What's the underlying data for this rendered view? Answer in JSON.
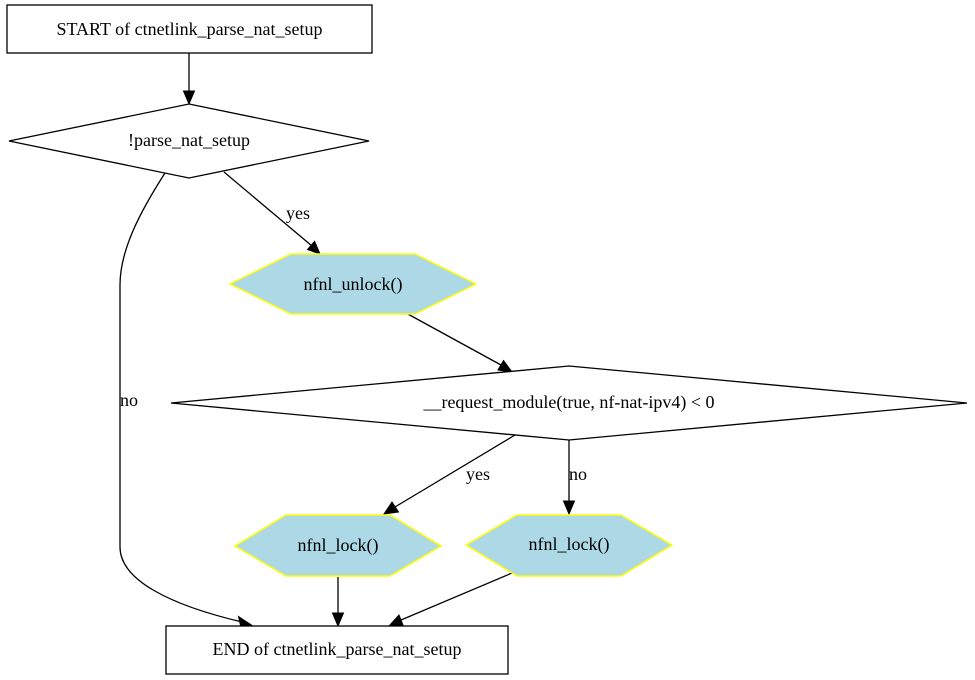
{
  "colors": {
    "call_fill": "#add8e6",
    "call_stroke": "#ffff00",
    "edge": "#000000"
  },
  "nodes": {
    "start": {
      "label": "START of ctnetlink_parse_nat_setup",
      "shape": "box"
    },
    "cond_parse": {
      "label": "!parse_nat_setup",
      "shape": "diamond"
    },
    "unlock": {
      "label": "nfnl_unlock()",
      "shape": "hexagon"
    },
    "cond_request": {
      "label": "__request_module(true, nf-nat-ipv4) < 0",
      "shape": "diamond"
    },
    "lock_left": {
      "label": "nfnl_lock()",
      "shape": "hexagon"
    },
    "lock_right": {
      "label": "nfnl_lock()",
      "shape": "hexagon"
    },
    "end": {
      "label": "END of ctnetlink_parse_nat_setup",
      "shape": "box"
    }
  },
  "edges": [
    {
      "from": "start",
      "to": "cond_parse",
      "label": ""
    },
    {
      "from": "cond_parse",
      "to": "unlock",
      "label": "yes"
    },
    {
      "from": "cond_parse",
      "to": "end",
      "label": "no"
    },
    {
      "from": "unlock",
      "to": "cond_request",
      "label": ""
    },
    {
      "from": "cond_request",
      "to": "lock_left",
      "label": "yes"
    },
    {
      "from": "cond_request",
      "to": "lock_right",
      "label": "no"
    },
    {
      "from": "lock_left",
      "to": "end",
      "label": ""
    },
    {
      "from": "lock_right",
      "to": "end",
      "label": ""
    }
  ]
}
